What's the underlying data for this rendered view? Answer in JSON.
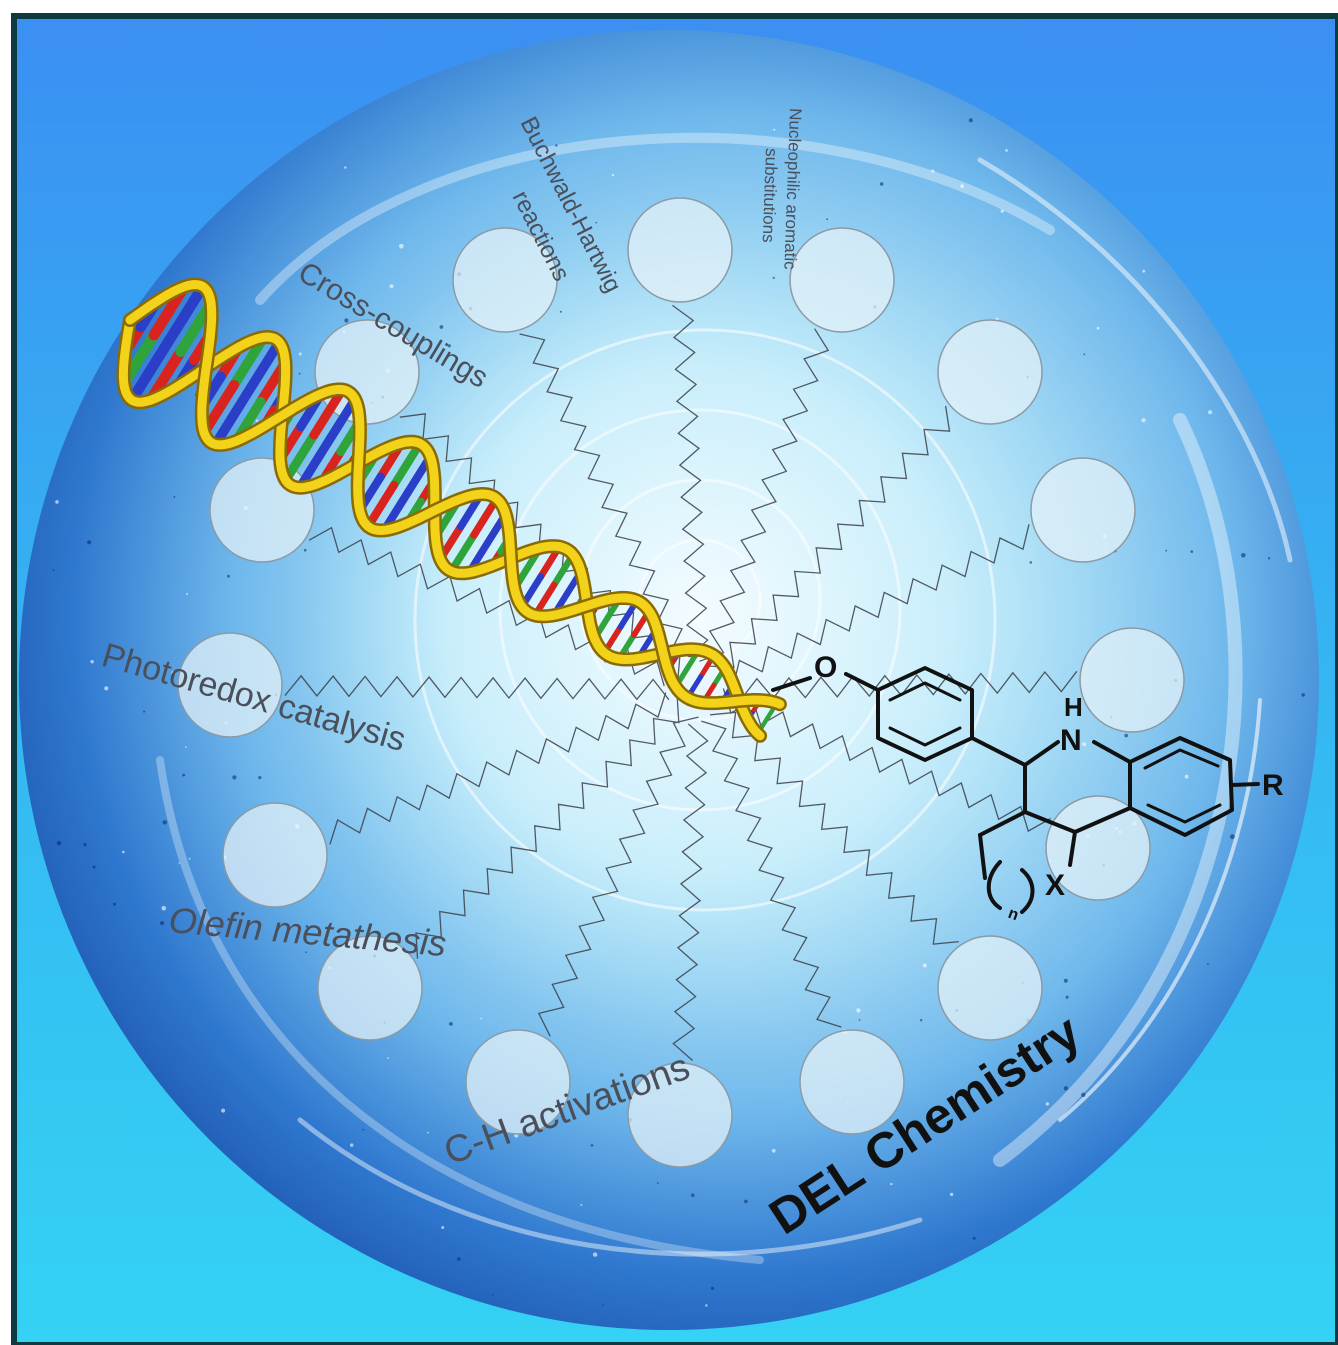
{
  "reaction_labels": {
    "cross_couplings": "Cross-couplings",
    "buchwald_line1": "Buchwald-Hartwig",
    "buchwald_line2": "reactions",
    "nucleophilic_line1": "Nucleophilic aromatic",
    "nucleophilic_line2": "substitutions",
    "photoredox": "Photoredox catalysis",
    "olefin": "Olefin metathesis",
    "ch_activation": "C-H activations"
  },
  "title": "DEL Chemistry",
  "molecule_labels": {
    "oxygen": "O",
    "amine_h": "H",
    "amine_n": "N",
    "r_group": "R",
    "x_atom": "X",
    "subscript_n": "n"
  },
  "colors": {
    "frame_top": "#3a94f2",
    "frame_bottom": "#34d0f3",
    "border": "#0d3a40",
    "swirl_dark": "#1f5fb8",
    "swirl_light": "#bfeaf8",
    "helix_backbone": "#f3d21a",
    "base_red": "#d8231e",
    "base_green": "#2ea43a",
    "base_blue": "#2a3ec8",
    "label_text": "#4a4f5a"
  }
}
